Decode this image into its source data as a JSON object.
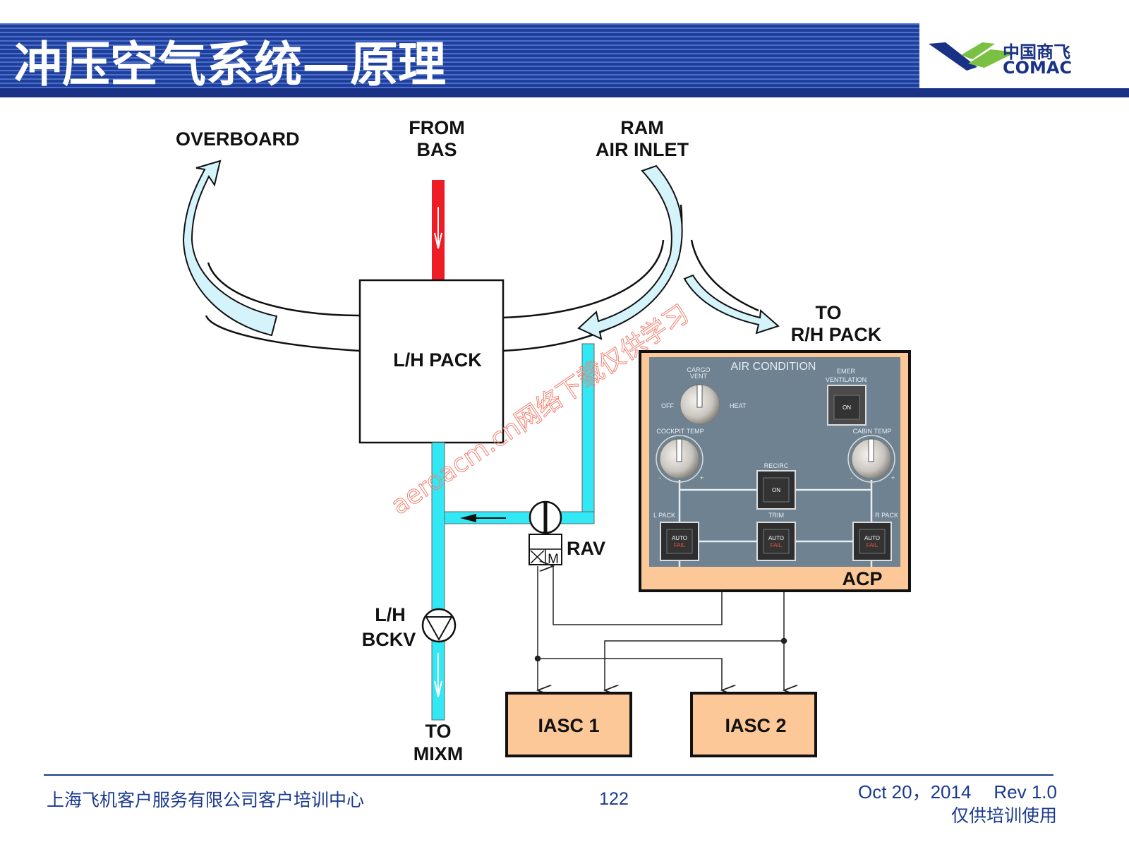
{
  "header": {
    "title": "冲压空气系统—原理",
    "logo_cn": "中国商飞",
    "logo_en": "COMAC",
    "colors": {
      "band": "#1f3f99",
      "dark": "#1a3286",
      "logo_green": "#7ac143"
    }
  },
  "diagram": {
    "overboard": "OVERBOARD",
    "from_bas": [
      "FROM",
      "BAS"
    ],
    "ram_air_inlet": [
      "RAM",
      "AIR INLET"
    ],
    "to_rh_pack": [
      "TO",
      "R/H  PACK"
    ],
    "lh_pack": "L/H  PACK",
    "rav": "RAV",
    "rav_motor": "M",
    "lh_bckv": [
      "L/H",
      "BCKV"
    ],
    "to_mixm": [
      "TO",
      "MIXM"
    ],
    "iasc1": "IASC 1",
    "iasc2": "IASC 2",
    "acp_label": "ACP",
    "watermark": "aeroacm.cn网络下载仅供学习"
  },
  "acp": {
    "title": "AIR CONDITION",
    "cargo_vent": [
      "CARGO",
      "VENT"
    ],
    "off": "OFF",
    "heat": "HEAT",
    "emer_ventilation": [
      "EMER",
      "VENTILATION"
    ],
    "emer_on": "ON",
    "cockpit_temp": "COCKPIT TEMP",
    "cabin_temp": "CABIN TEMP",
    "minus": "-",
    "plus": "+",
    "recirc": "RECIRC",
    "recirc_on": "ON",
    "l_pack": "L PACK",
    "trim": "TRIM",
    "r_pack": "R PACK",
    "auto": "AUTO",
    "fail": "FAIL"
  },
  "footer": {
    "org": "上海飞机客户服务有限公司客户培训中心",
    "page": "122",
    "date": "Oct 20，2014",
    "rev": "Rev 1.0",
    "note": "仅供培训使用"
  }
}
